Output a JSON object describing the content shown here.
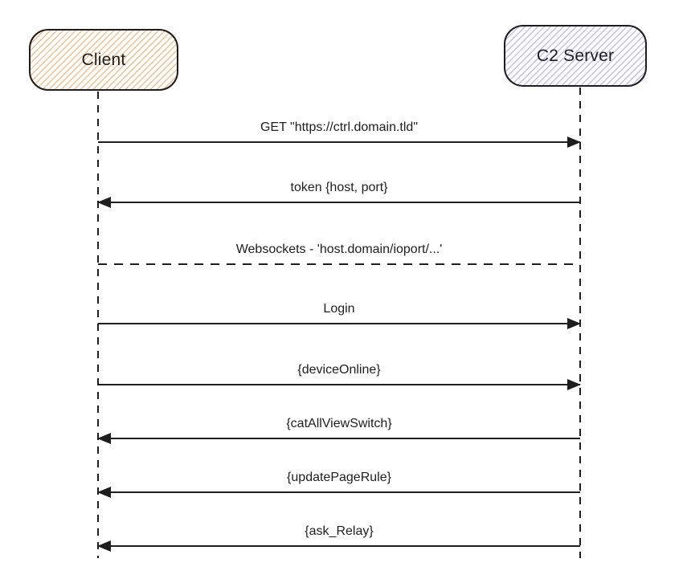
{
  "diagram": {
    "title": "Client / C2 Server sequence diagram",
    "colors": {
      "ink": "#1e1e1e",
      "background": "#ffffff",
      "client_hatch": "#f2c18d",
      "server_hatch": "#c7bcf2"
    },
    "actors": [
      {
        "id": "client",
        "label": "Client"
      },
      {
        "id": "c2-server",
        "label": "C2 Server"
      }
    ],
    "messages": [
      {
        "label": "GET \"https://ctrl.domain.tld\"",
        "from": "client",
        "to": "c2-server",
        "direction": "right",
        "line_style": "solid"
      },
      {
        "label": "token {host, port}",
        "from": "c2-server",
        "to": "client",
        "direction": "left",
        "line_style": "solid"
      },
      {
        "label": "Websockets - 'host.domain/ioport/...'",
        "from": "client",
        "to": "c2-server",
        "direction": "none",
        "line_style": "dashed"
      },
      {
        "label": "Login",
        "from": "client",
        "to": "c2-server",
        "direction": "right",
        "line_style": "solid"
      },
      {
        "label": "{deviceOnline}",
        "from": "client",
        "to": "c2-server",
        "direction": "right",
        "line_style": "solid"
      },
      {
        "label": "{catAllViewSwitch}",
        "from": "c2-server",
        "to": "client",
        "direction": "left",
        "line_style": "solid"
      },
      {
        "label": "{updatePageRule}",
        "from": "c2-server",
        "to": "client",
        "direction": "left",
        "line_style": "solid"
      },
      {
        "label": "{ask_Relay}",
        "from": "c2-server",
        "to": "client",
        "direction": "left",
        "line_style": "solid"
      }
    ]
  }
}
